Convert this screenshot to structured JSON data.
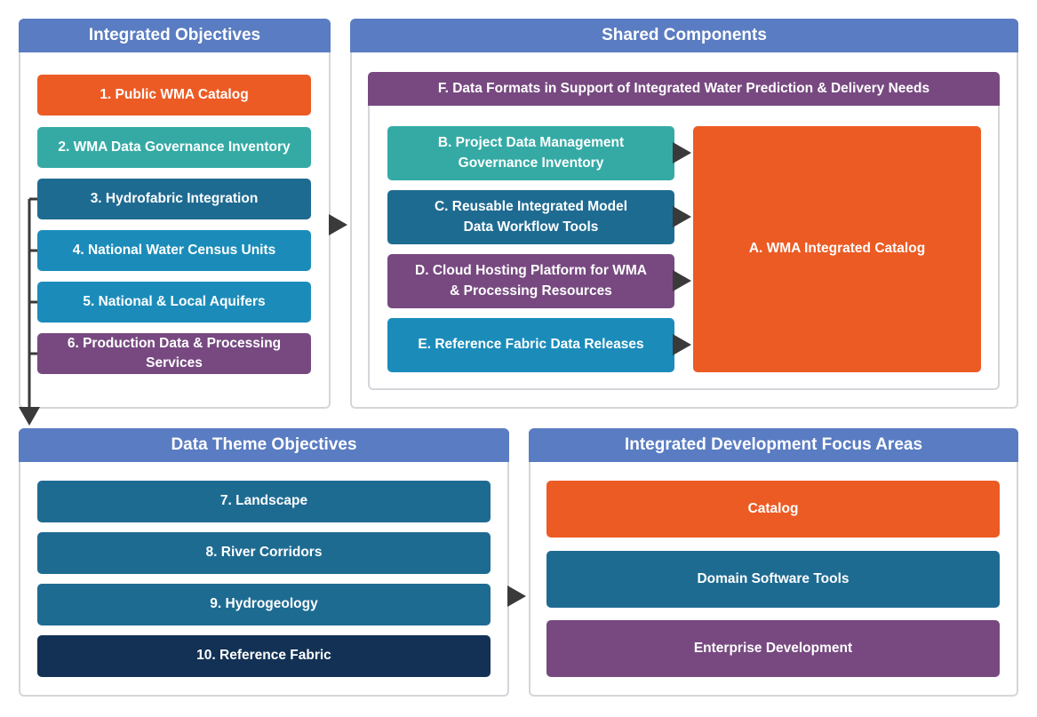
{
  "integrated_objectives": {
    "title": "Integrated Objectives",
    "items": [
      {
        "label": "1. Public WMA Catalog",
        "color": "#ec5b24"
      },
      {
        "label": "2. WMA Data Governance Inventory",
        "color": "#35aaa5"
      },
      {
        "label": "3. Hydrofabric Integration",
        "color": "#1e6b92"
      },
      {
        "label": "4. National Water Census Units",
        "color": "#1b8cba"
      },
      {
        "label": "5. National & Local Aquifers",
        "color": "#1b8cba"
      },
      {
        "label": "6. Production Data & Processing Services",
        "color": "#774980"
      }
    ]
  },
  "shared_components": {
    "title": "Shared Components",
    "data_formats": "F. Data Formats in Support of Integrated Water Prediction & Delivery Needs",
    "items": [
      {
        "label": "B. Project Data Management\nGovernance Inventory",
        "color": "#35aaa5"
      },
      {
        "label": "C. Reusable Integrated Model\nData Workflow Tools",
        "color": "#1e6b92"
      },
      {
        "label": "D. Cloud Hosting Platform for WMA\n& Processing Resources",
        "color": "#774980"
      },
      {
        "label": "E. Reference Fabric Data Releases",
        "color": "#1b8cba"
      }
    ],
    "catalog": {
      "label": "A. WMA Integrated Catalog",
      "color": "#ec5b24"
    }
  },
  "data_theme_objectives": {
    "title": "Data Theme Objectives",
    "items": [
      {
        "label": "7. Landscape",
        "color": "#1e6b92"
      },
      {
        "label": "8. River Corridors",
        "color": "#1e6b92"
      },
      {
        "label": "9. Hydrogeology",
        "color": "#1e6b92"
      },
      {
        "label": "10. Reference Fabric",
        "color": "#123154"
      }
    ]
  },
  "focus_areas": {
    "title": "Integrated Development Focus Areas",
    "items": [
      {
        "label": "Catalog",
        "color": "#ec5b24"
      },
      {
        "label": "Domain Software Tools",
        "color": "#1e6b92"
      },
      {
        "label": "Enterprise Development",
        "color": "#774980"
      }
    ]
  },
  "colors": {
    "header": "#5a7cc2",
    "border": "#d4d6da",
    "arrow": "#3a3a3a"
  }
}
